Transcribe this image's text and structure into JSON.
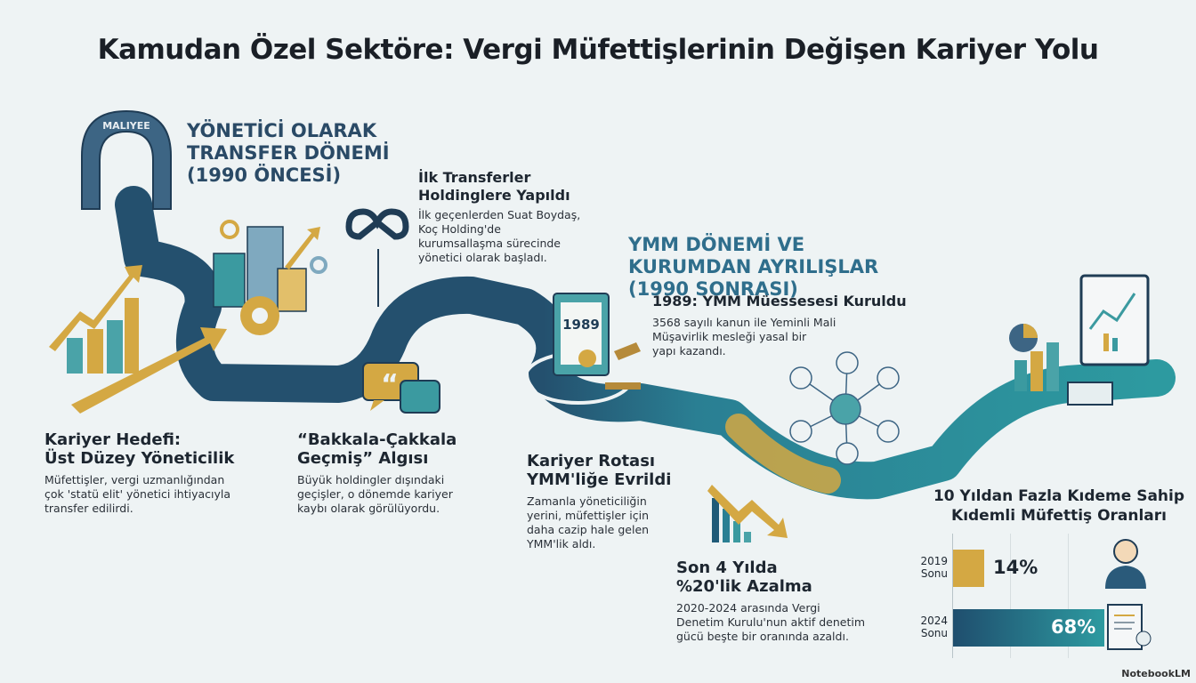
{
  "title": "Kamudan Özel Sektöre: Vergi Müfettişlerinin Değişen Kariyer Yolu",
  "arch_label": "MALIYEE",
  "phase1": {
    "title_line1": "YÖNETİCİ OLARAK",
    "title_line2": "TRANSFER DÖNEMİ",
    "title_line3": "(1990 ÖNCESİ)"
  },
  "phase2": {
    "title_line1": "YMM DÖNEMİ VE",
    "title_line2": "KURUMDAN AYRILIŞLAR",
    "title_line3": "(1990 SONRASI)"
  },
  "items": [
    {
      "title1": "Kariyer Hedefi:",
      "title2": "Üst Düzey Yöneticilik",
      "lines": [
        "Müfettişler, vergi uzmanlığından",
        "çok 'statü elit' yönetici ihtiyacıyla",
        "transfer edilirdi."
      ]
    },
    {
      "title1": "İlk Transferler",
      "title2": "Holdinglere Yapıldı",
      "lines": [
        "İlk geçenlerden Suat Boydaş,",
        "Koç Holding'de",
        "kurumsallaşma sürecinde",
        "yönetici olarak başladı."
      ]
    },
    {
      "title1": "“Bakkala-Çakkala",
      "title2": "Geçmiş” Algısı",
      "lines": [
        "Büyük holdingler dışındaki",
        "geçişler, o dönemde kariyer",
        "kaybı olarak görülüyordu."
      ]
    },
    {
      "title1": "1989: YMM Müessesesi Kuruldu",
      "title2": "",
      "lines": [
        "3568 sayılı kanun ile Yeminli Mali",
        "Müşavirlik mesleği yasal bir",
        "yapı kazandı."
      ]
    },
    {
      "title1": "Kariyer Rotası",
      "title2": "YMM'liğe Evrildi",
      "lines": [
        "Zamanla yöneticiliğin",
        "yerini, müfettişler için",
        "daha cazip hale gelen",
        "YMM'lik aldı."
      ]
    },
    {
      "title1": "Son 4 Yılda",
      "title2": "%20'lik Azalma",
      "lines": [
        "2020-2024 arasında Vergi",
        "Denetim Kurulu'nun aktif denetim",
        "gücü beşte bir oranında azaldı."
      ]
    }
  ],
  "certificate_year": "1989",
  "quote_mark": "“",
  "chart_data": {
    "type": "bar",
    "orientation": "horizontal",
    "title": "10 Yıldan Fazla Kıdeme Sahip Kıdemli Müfettiş Oranları",
    "title_line1": "10 Yıldan Fazla Kıdeme Sahip",
    "title_line2": "Kıdemli Müfettiş Oranları",
    "categories": [
      [
        "2019",
        "Sonu"
      ],
      [
        "2024",
        "Sonu"
      ]
    ],
    "values": [
      14,
      68
    ],
    "labels": [
      "14%",
      "68%"
    ],
    "xlim": [
      0,
      100
    ],
    "colors": [
      "#d4a843",
      "#1f5a78"
    ]
  },
  "footer": "NotebookLM",
  "colors": {
    "road_dark": "#24506e",
    "road_teal": "#2b8a96",
    "gold": "#d4a843",
    "navy": "#2a4a66"
  }
}
